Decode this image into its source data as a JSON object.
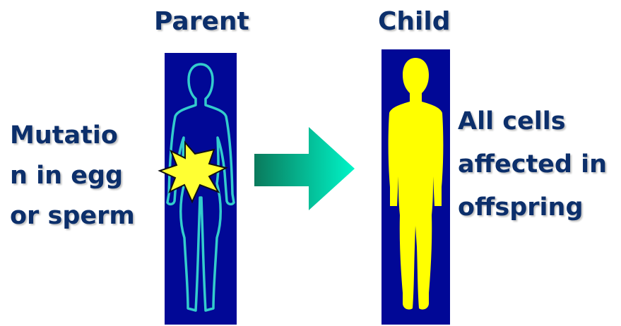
{
  "titles": {
    "parent": "Parent",
    "child": "Child"
  },
  "left_caption": {
    "line1": "Mutatio",
    "line2": "n in egg",
    "line3": "or sperm"
  },
  "right_caption": {
    "line1": "All cells",
    "line2": "affected in",
    "line3": "offspring"
  },
  "colors": {
    "text": "#0c2f6b",
    "panel": "#010896",
    "parent_outline": "#33cccc",
    "child_fill": "#ffff00",
    "burst_fill": "#ffff33",
    "arrow_start": "#0a7a5c",
    "arrow_end": "#00f5c8"
  },
  "icons": {
    "parent": "human-outline-icon",
    "child": "human-silhouette-icon",
    "mutation": "starburst-icon",
    "transition": "right-arrow-icon"
  }
}
